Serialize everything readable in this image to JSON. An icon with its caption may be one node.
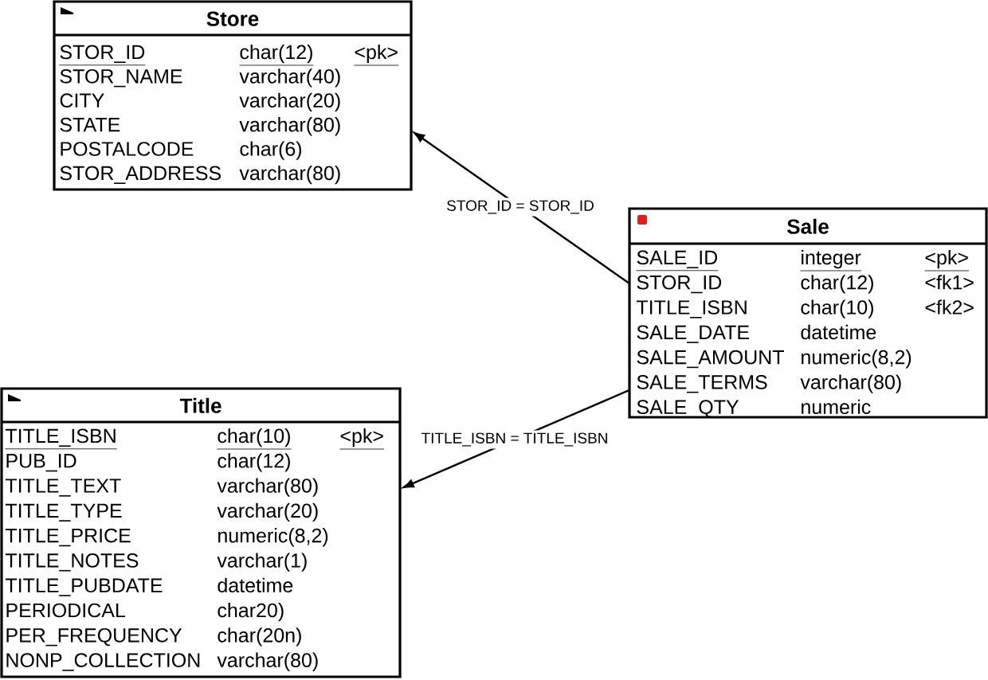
{
  "diagram": {
    "nodes": [
      {
        "text": [
          "Store",
          "STOR_ID",
          "char(12)",
          "<pk>",
          "STOR_NAME",
          "varchar(40)",
          "CITY",
          "varchar(20)",
          "STATE",
          "varchar(80)",
          "POSTALCODE",
          "char(6)",
          "STOR_ADDRESS",
          "varchar(80)"
        ]
      },
      {
        "text": [
          "Sale",
          "SALE_ID",
          "integer",
          "<pk>",
          "STOR_ID",
          "char(12)",
          "<fk1>",
          "TITLE_ISBN",
          "char(10)",
          "<fk2>",
          "SALE_DATE",
          "datetime",
          "SALE_AMOUNT",
          "numeric(8,2)",
          "SALE_TERMS",
          "varchar(80)",
          "SALE_QTY",
          "numeric"
        ]
      },
      {
        "text": [
          "Title",
          "TITLE_ISBN",
          "char(10)",
          "<pk>",
          "PUB_ID",
          "char(12)",
          "TITLE_TEXT",
          "varchar(80)",
          "TITLE_TYPE",
          "varchar(20)",
          "TITLE_PRICE",
          "numeric(8,2)",
          "TITLE_NOTES",
          "varchar(1)",
          "TITLE_PUBDATE",
          "datetime",
          "PERIODICAL",
          "char20)",
          "PER_FREQUENCY",
          "char(20n)",
          "NONP_COLLECTION",
          "varchar(80)"
        ]
      }
    ],
    "edges": [
      {
        "from": 1,
        "to": 0,
        "arrow": "to",
        "label": "STOR_ID = STOR_ID"
      },
      {
        "from": 1,
        "to": 2,
        "arrow": "to",
        "label": "TITLE_ISBN = TITLE_ISBN"
      }
    ]
  }
}
